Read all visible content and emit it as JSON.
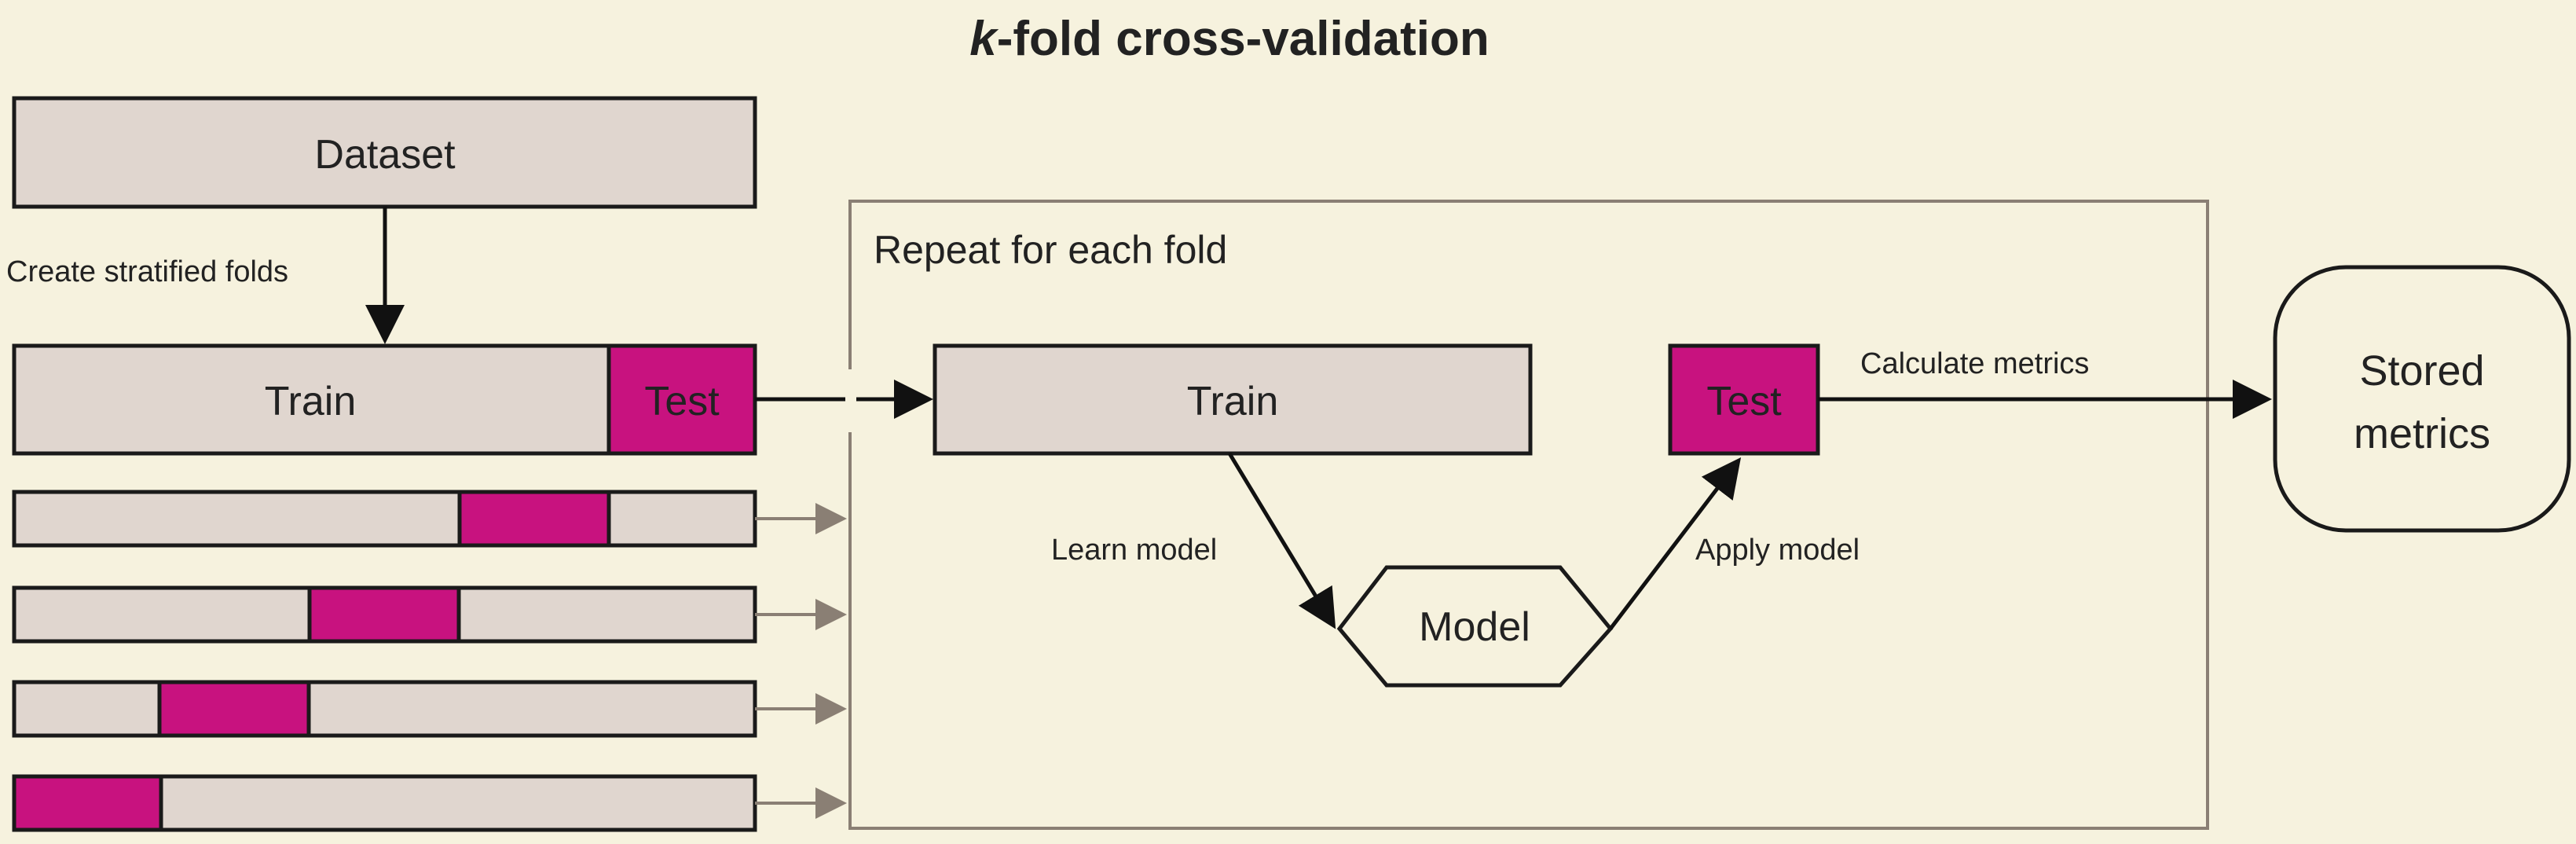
{
  "title_italic": "k",
  "title_rest": "-fold cross-validation",
  "dataset_label": "Dataset",
  "create_folds_label": "Create stratified folds",
  "fold_train_label": "Train",
  "fold_test_label": "Test",
  "repeat_label": "Repeat for each fold",
  "loop_train_label": "Train",
  "loop_test_label": "Test",
  "learn_model_label": "Learn model",
  "apply_model_label": "Apply model",
  "model_label": "Model",
  "calculate_metrics_label": "Calculate metrics",
  "stored_metrics_lines": [
    "Stored",
    "metrics"
  ],
  "colors": {
    "background": "#f6f2de",
    "train_fill": "#e0d6cf",
    "test_fill": "#c8127f",
    "outline": "#1a1a1a",
    "loop_frame": "#8a7f74"
  }
}
